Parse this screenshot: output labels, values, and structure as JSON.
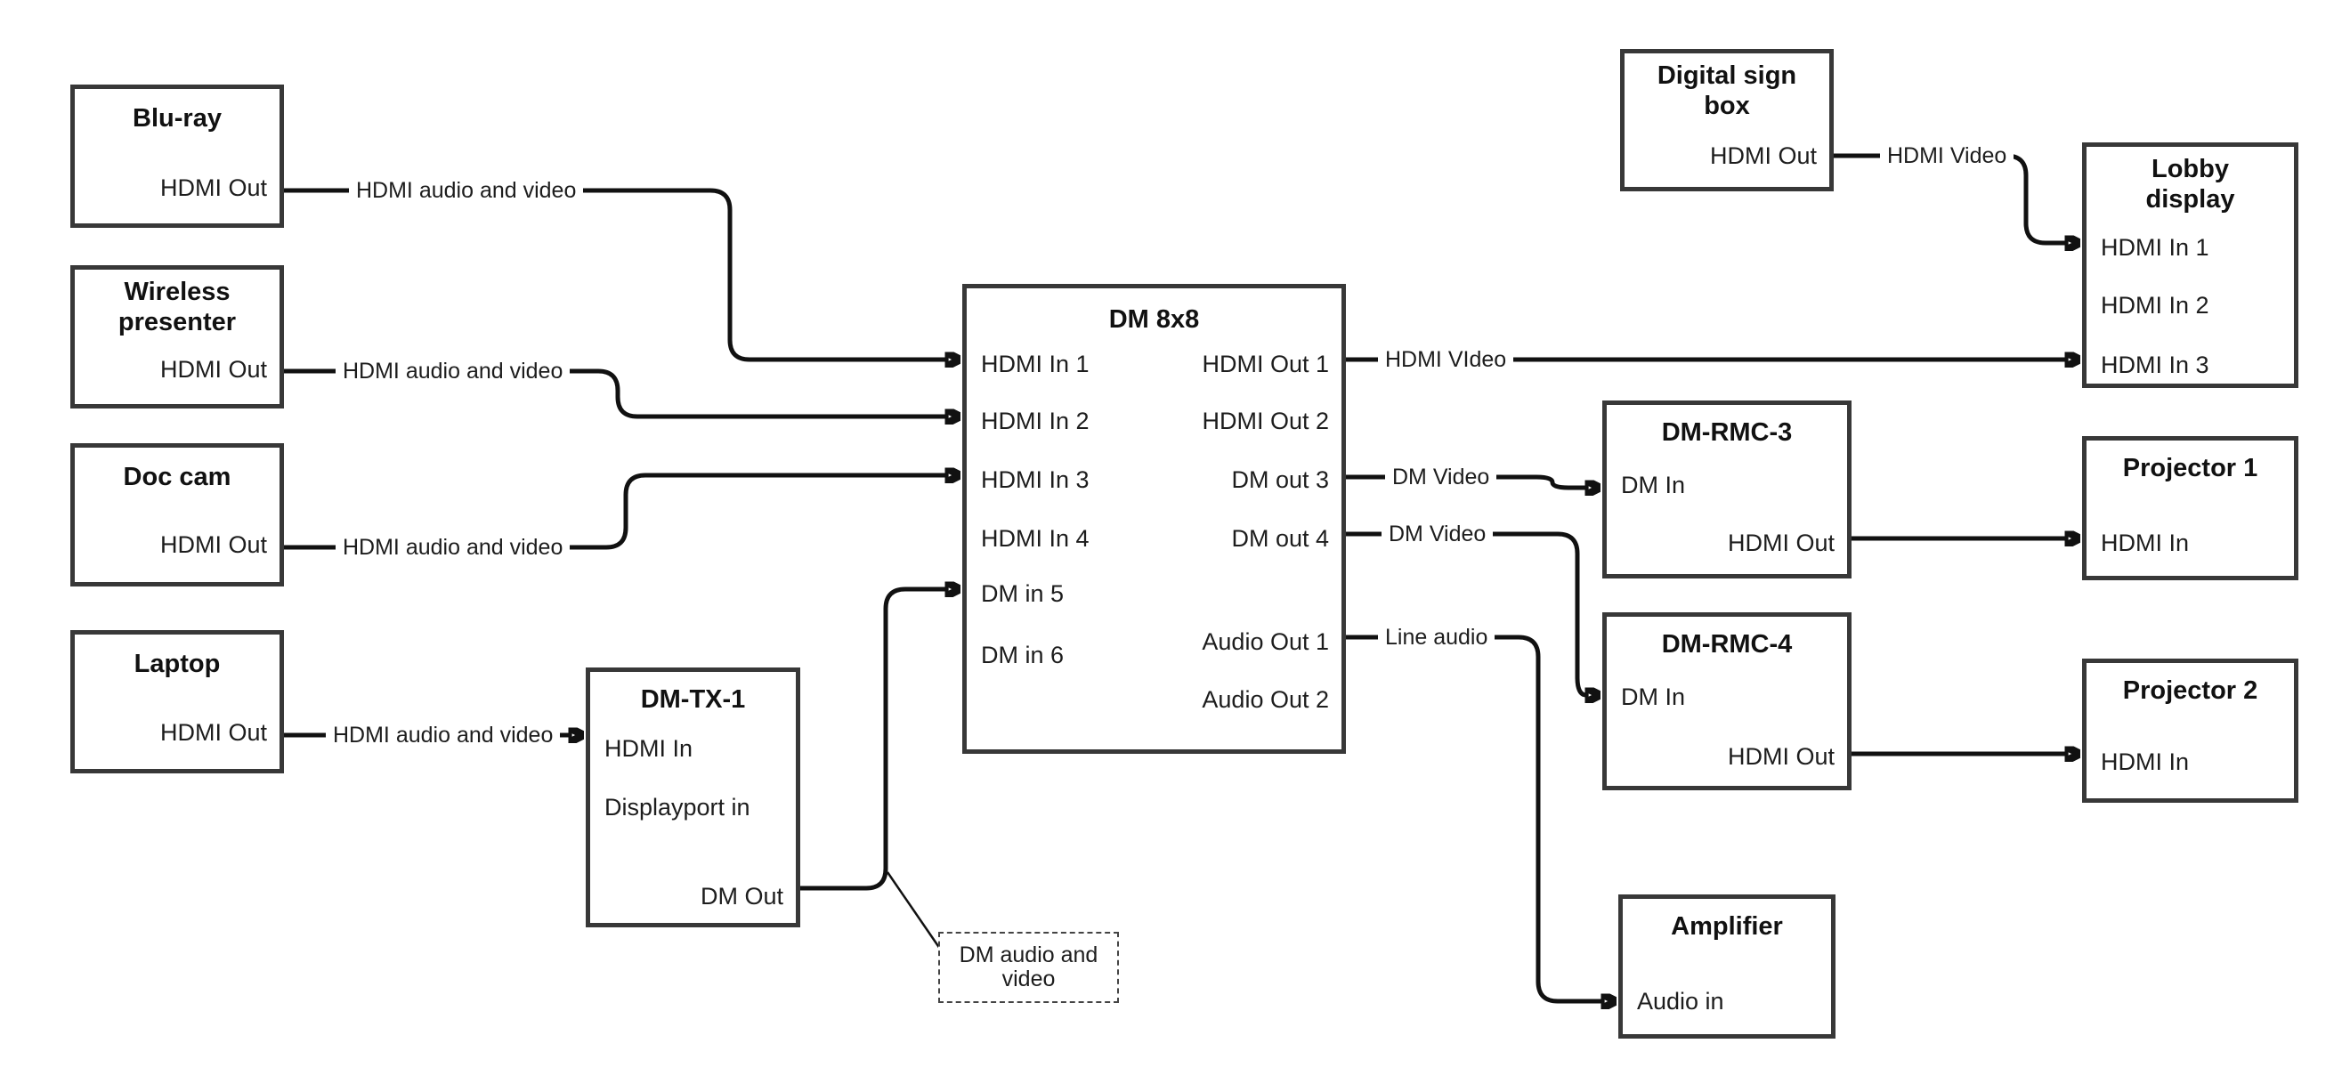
{
  "diagram": {
    "nodes": {
      "bluray": {
        "title": "Blu-ray",
        "ports": [
          "HDMI Out"
        ]
      },
      "wireless": {
        "title": "Wireless presenter",
        "ports": [
          "HDMI Out"
        ]
      },
      "doccam": {
        "title": "Doc cam",
        "ports": [
          "HDMI Out"
        ]
      },
      "laptop": {
        "title": "Laptop",
        "ports": [
          "HDMI Out"
        ]
      },
      "dmtx1": {
        "title": "DM-TX-1",
        "ports": [
          "HDMI In",
          "Displayport in",
          "DM Out"
        ]
      },
      "dm8x8": {
        "title": "DM 8x8",
        "inputs": [
          "HDMI In 1",
          "HDMI In 2",
          "HDMI In 3",
          "HDMI In 4",
          "DM in 5",
          "DM in 6"
        ],
        "outputs": [
          "HDMI Out 1",
          "HDMI Out 2",
          "DM out 3",
          "DM out 4",
          "Audio Out 1",
          "Audio Out 2"
        ]
      },
      "sign": {
        "title": "Digital sign box",
        "ports": [
          "HDMI Out"
        ]
      },
      "lobby": {
        "title": "Lobby display",
        "ports": [
          "HDMI In 1",
          "HDMI In 2",
          "HDMI In 3"
        ]
      },
      "rmc3": {
        "title": "DM-RMC-3",
        "ports": [
          "DM In",
          "HDMI Out"
        ]
      },
      "proj1": {
        "title": "Projector 1",
        "ports": [
          "HDMI In"
        ]
      },
      "rmc4": {
        "title": "DM-RMC-4",
        "ports": [
          "DM In",
          "HDMI Out"
        ]
      },
      "proj2": {
        "title": "Projector 2",
        "ports": [
          "HDMI In"
        ]
      },
      "amp": {
        "title": "Amplifier",
        "ports": [
          "Audio in"
        ]
      }
    },
    "edges": {
      "bluray_to_dm8x8": "HDMI audio and video",
      "wireless_to_dm8x8": "HDMI audio and video",
      "doccam_to_dm8x8": "HDMI audio and video",
      "laptop_to_dmtx1": "HDMI audio and video",
      "dm8x8_to_lobby": "HDMI VIdeo",
      "sign_to_lobby": "HDMI Video",
      "dm8x8_to_rmc3": "DM Video",
      "dm8x8_to_rmc4": "DM Video",
      "dm8x8_to_amp": "Line audio"
    },
    "annotation": {
      "text": "DM audio and video"
    }
  }
}
